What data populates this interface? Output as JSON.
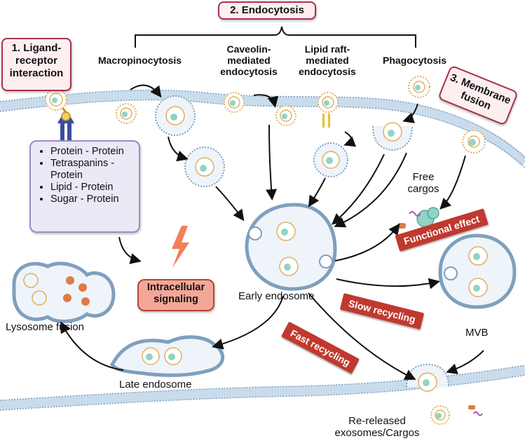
{
  "steps": {
    "endocytosis": "2. Endocytosis",
    "ligand_line1": "1.  Ligand-",
    "ligand_line2": "receptor",
    "ligand_line3": "interaction",
    "membrane_line1": "3. Membrane",
    "membrane_line2": "fusion"
  },
  "pathways": {
    "macro": "Macropinocytosis",
    "caveolin_1": "Caveolin-",
    "caveolin_2": "mediated",
    "caveolin_3": "endocytosis",
    "lipid_1": "Lipid raft-",
    "lipid_2": "mediated",
    "lipid_3": "endocytosis",
    "phago": "Phagocytosis"
  },
  "interactions": [
    "Protein - Protein",
    "Tetraspanins - Protein",
    "Lipid - Protein",
    "Sugar - Protein"
  ],
  "signaling": {
    "line1": "Intracellular",
    "line2": "signaling"
  },
  "compartments": {
    "early": "Early endosome",
    "late": "Late endosome",
    "lysosome": "Lysosome fusion",
    "mvb": "MVB",
    "free_1": "Free",
    "free_2": "cargos",
    "released_1": "Re-released",
    "released_2": "exosomes/Cargos"
  },
  "outcomes": {
    "functional": "Functional effect",
    "slow": "Slow recycling",
    "fast": "Fast recycling"
  },
  "colors": {
    "membrane_fill": "#c9dcec",
    "membrane_stroke": "#7f9fbd",
    "tag_border": "#a8304a",
    "ribbon": "#c0392f",
    "receptor": "#3a4fa0",
    "ligand_stalk": "#c98a2a",
    "bolt": "#f08058",
    "cargo": "#8fd4c4",
    "lysosome_enzyme": "#e07a4a"
  }
}
